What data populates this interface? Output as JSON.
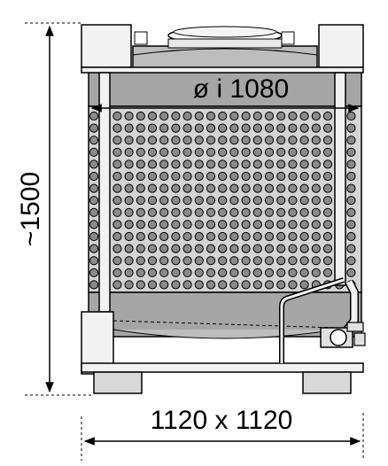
{
  "labels": {
    "inner_diameter": "ø i  1080",
    "height": "~1500",
    "footprint": "1120 x 1120"
  },
  "colors": {
    "line": "#000000",
    "tank_fill": "#a6a6a6",
    "dimple_fill": "#8a8a8a",
    "dimple_zone": "#d4d4d4",
    "frame_fill": "#f2f2f2",
    "background": "#ffffff"
  },
  "icons": {
    "outlet_valve": "tap-valve-icon",
    "arrow_head": "arrow-head-icon"
  }
}
